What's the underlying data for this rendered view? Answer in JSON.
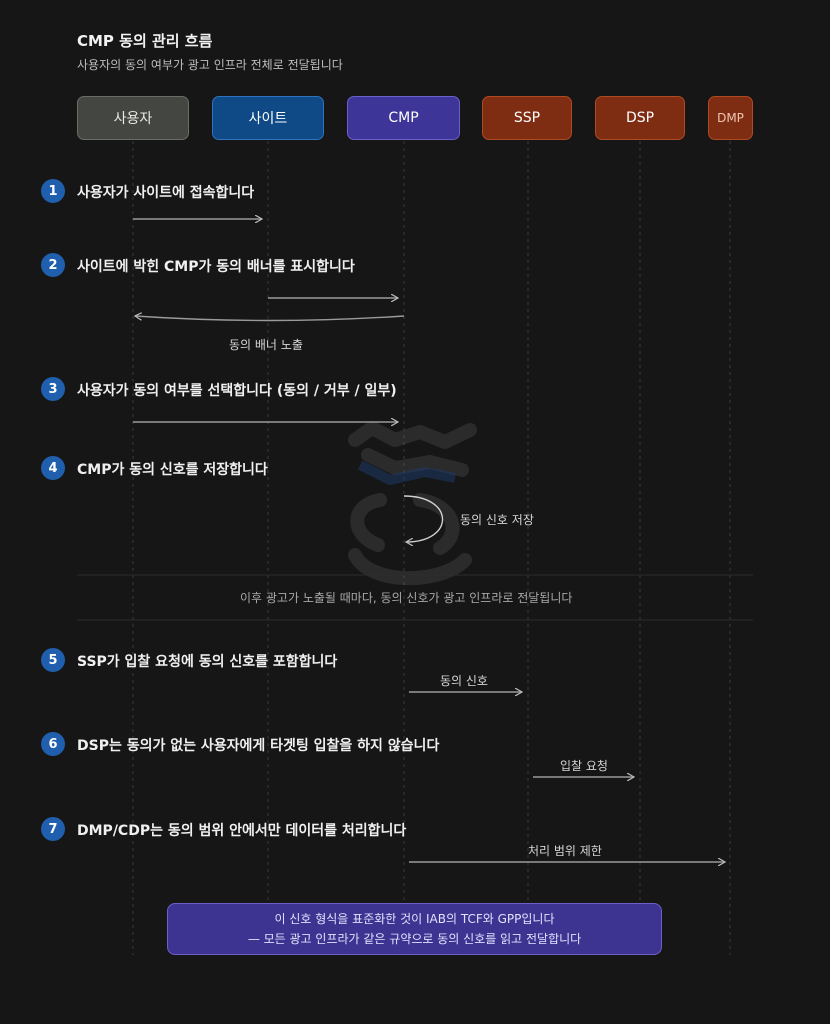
{
  "header": {
    "title": "CMP 동의 관리 흐름",
    "subtitle": "사용자의 동의 여부가 광고 인프라 전체로 전달됩니다"
  },
  "actors": [
    {
      "label": "사용자",
      "bg": "#444641",
      "border": "#6a6c66",
      "color": "#e8e8e8"
    },
    {
      "label": "사이트",
      "bg": "#0f4a86",
      "border": "#2f73c0",
      "color": "#ffffff"
    },
    {
      "label": "CMP",
      "bg": "#3d3597",
      "border": "#6a60cc",
      "color": "#ffffff"
    },
    {
      "label": "SSP",
      "bg": "#7e2c12",
      "border": "#b04a22",
      "color": "#ffffff"
    },
    {
      "label": "DSP",
      "bg": "#7e2c12",
      "border": "#b04a22",
      "color": "#ffffff"
    },
    {
      "label": "DMP",
      "bg": "#7e2c12",
      "border": "#b04a22",
      "color": "#f0c6b0"
    }
  ],
  "steps": [
    {
      "number": "1",
      "label": "사용자가 사이트에 접속합니다"
    },
    {
      "number": "2",
      "label": "사이트에 박힌 CMP가 동의 배너를 표시합니다"
    },
    {
      "number": "3",
      "label": "사용자가 동의 여부를 선택합니다 (동의 / 거부 / 일부)"
    },
    {
      "number": "4",
      "label": "CMP가 동의 신호를 저장합니다"
    },
    {
      "number": "5",
      "label": "SSP가 입찰 요청에 동의 신호를 포함합니다"
    },
    {
      "number": "6",
      "label": "DSP는 동의가 없는 사용자에게 타겟팅 입찰을 하지 않습니다"
    },
    {
      "number": "7",
      "label": "DMP/CDP는 동의 범위 안에서만 데이터를 처리합니다"
    }
  ],
  "messages": {
    "banner_shown": "동의 배너 노출",
    "consent_stored": "동의 신호 저장",
    "consent_signal": "동의 신호",
    "bid_request": "입찰 요청",
    "processing_scope": "처리 범위 제한"
  },
  "divider_note": "이후 광고가 노출될 때마다, 동의 신호가 광고 인프라로 전달됩니다",
  "footer": {
    "line1": "이 신호 형식을 표준화한 것이 IAB의 TCF와 GPP입니다",
    "line2": "— 모든 광고 인프라가 같은 규약으로 동의 신호를 읽고 전달합니다"
  }
}
